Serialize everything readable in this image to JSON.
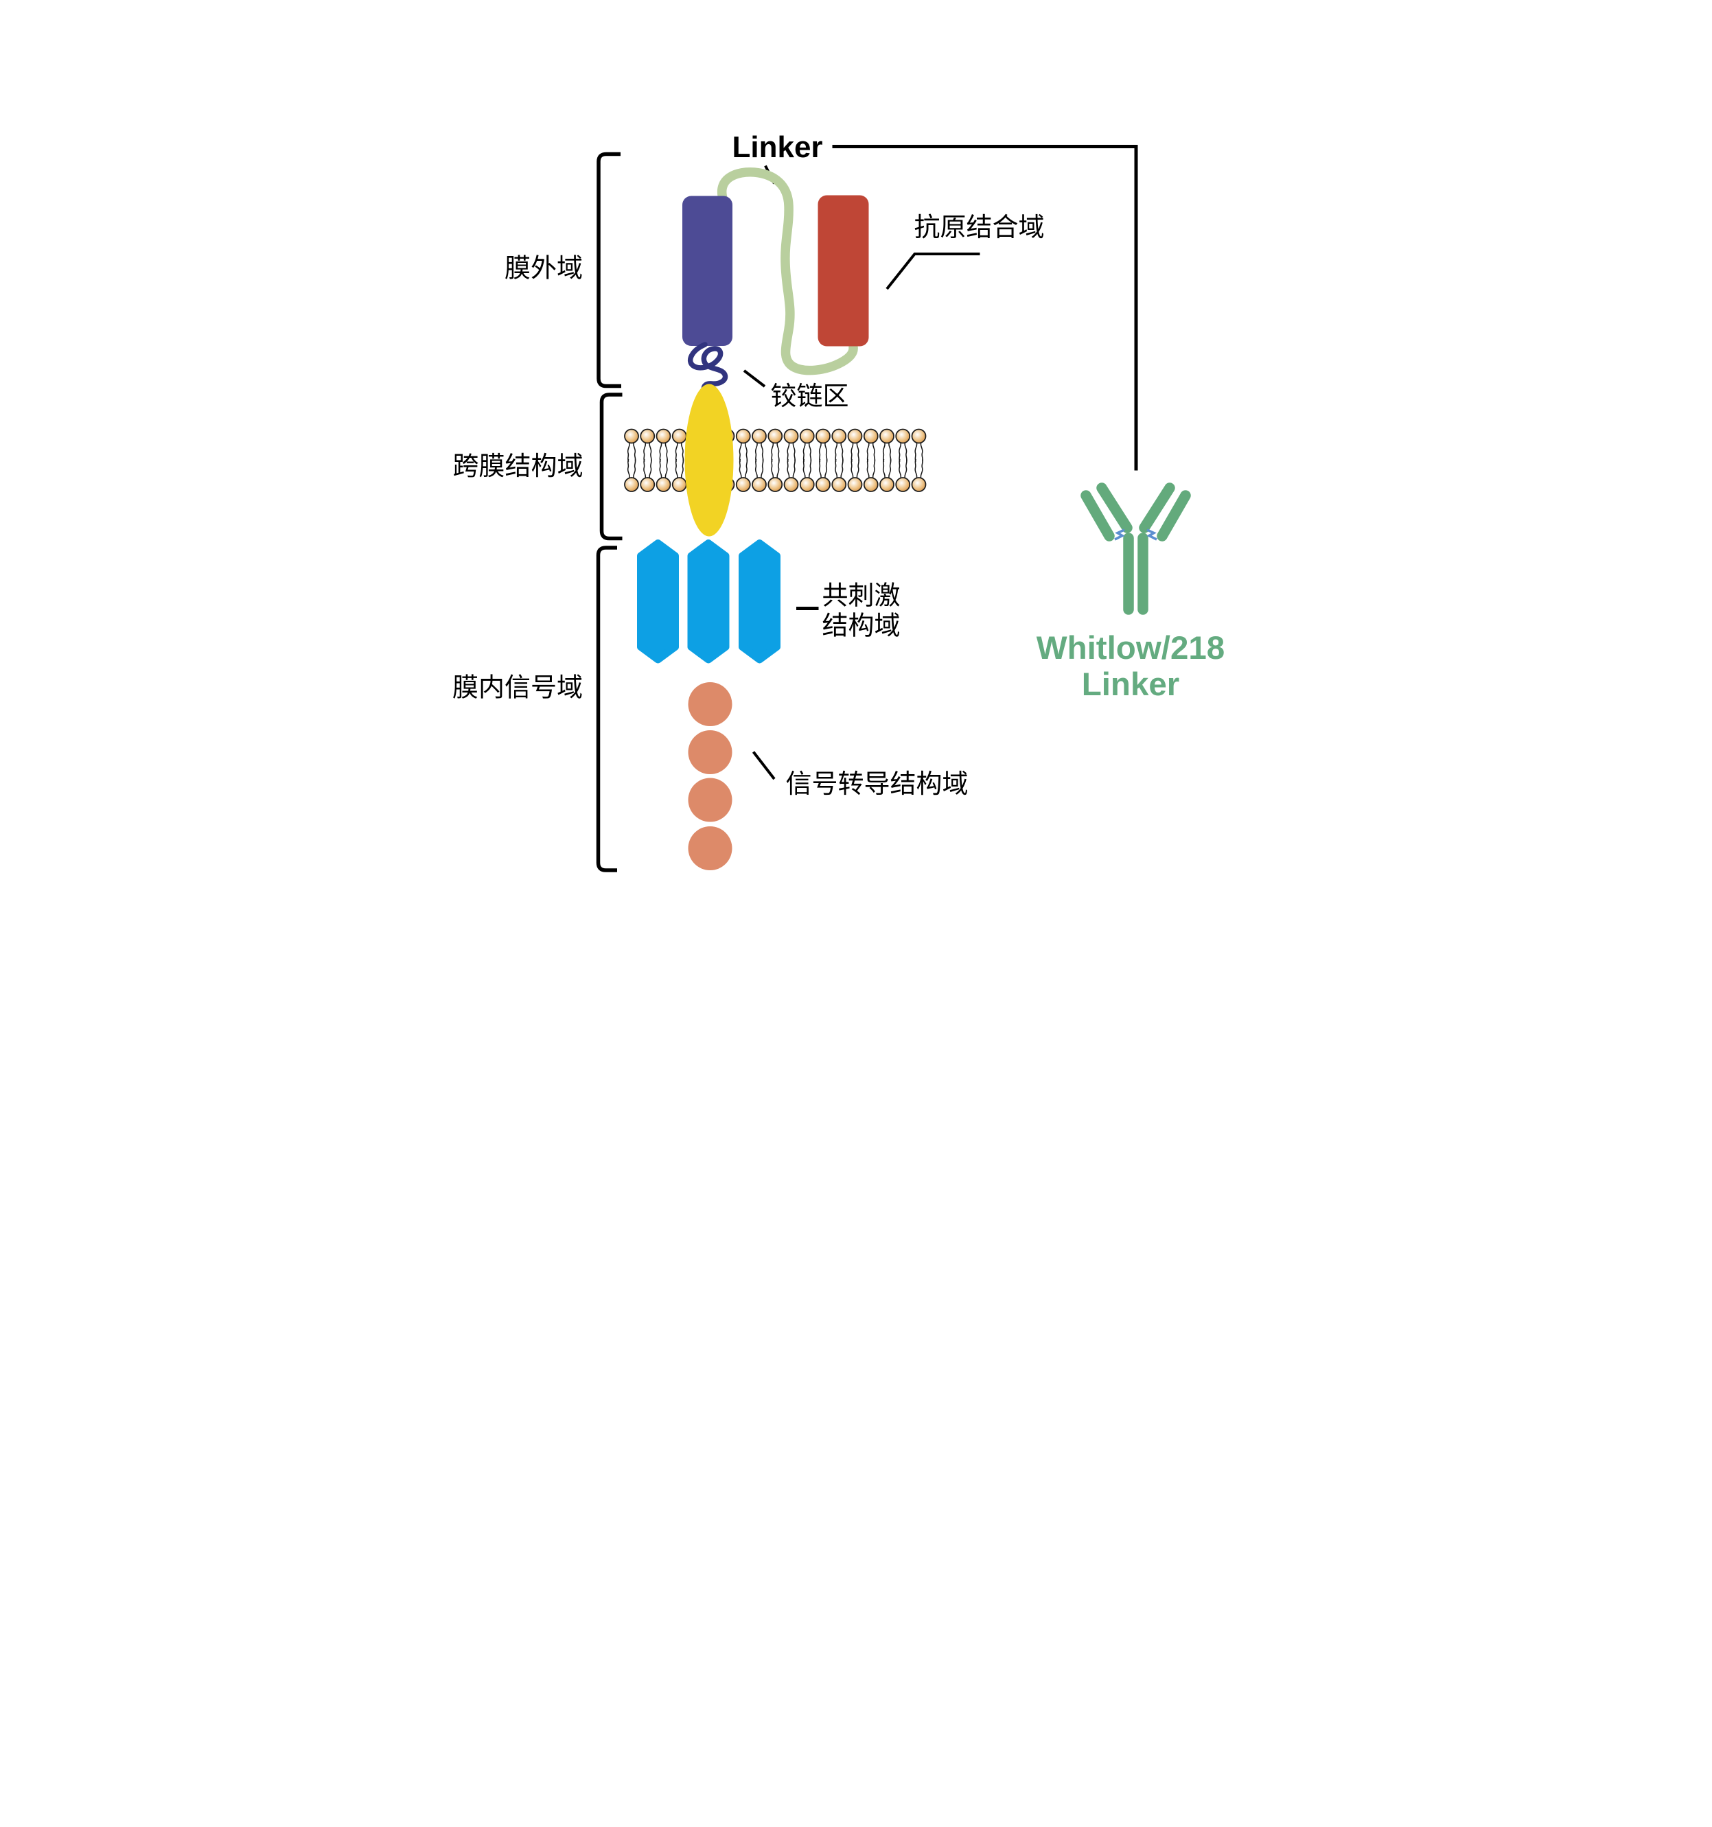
{
  "diagram": {
    "top_linker_label": "Linker",
    "regions": {
      "extracellular": "膜外域",
      "transmembrane": "跨膜结构域",
      "intracellular": "膜内信号域"
    },
    "parts": {
      "antigen_binding": "抗原结合域",
      "hinge": "铰链区",
      "costimulatory_line1": "共刺激",
      "costimulatory_line2": "结构域",
      "signaling": "信号转导结构域"
    },
    "annotation": {
      "whitlow_line1": "Whitlow/218",
      "whitlow_line2": "Linker"
    },
    "colors": {
      "vh_domain": "#4d4b95",
      "vl_domain": "#bf4636",
      "linker_curve": "#b9cf9e",
      "hinge_squiggle": "#31347f",
      "transmembrane_ellipse": "#f2d324",
      "costimulatory": "#0da0e4",
      "signaling": "#dd8a69",
      "antibody_green": "#63aa7c",
      "green_text": "#64ab80",
      "lipid_head_edge": "#d0893a",
      "line_black": "#000000"
    },
    "icons": {
      "antibody": "antibody-y-icon",
      "disulfide": "disulfide-bond-icon"
    }
  }
}
